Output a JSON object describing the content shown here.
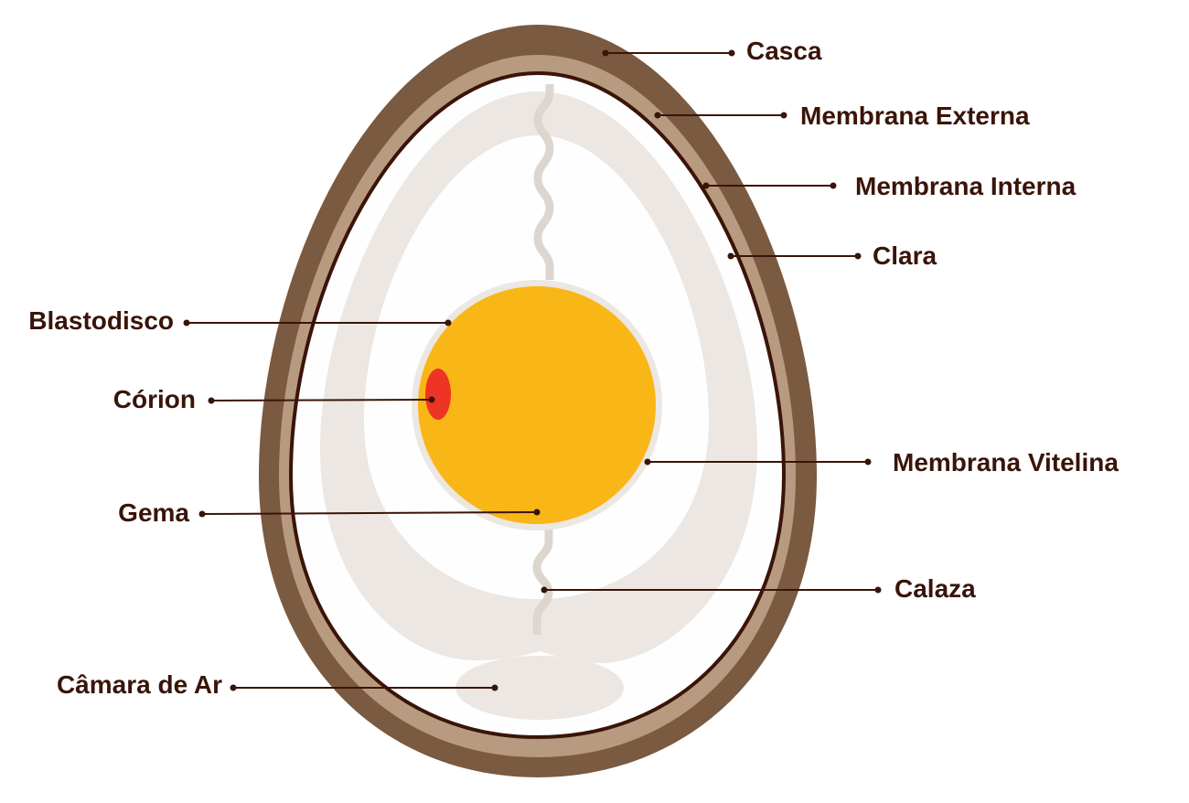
{
  "title": "Estrutura do ovo",
  "colors": {
    "shell": "#7a5a40",
    "outer_membrane": "#b89a80",
    "inner_membrane": "#3a1408",
    "albumen": "#ece7e2",
    "yolk": "#f9b617",
    "blastodisc": "#ee3424",
    "text": "#3a1408"
  },
  "labels": {
    "casca": "Casca",
    "membrana_externa": "Membrana Externa",
    "membrana_interna": "Membrana Interna",
    "clara": "Clara",
    "membrana_vitelina": "Membrana Vitelina",
    "calaza": "Calaza",
    "blastodisco": "Blastodisco",
    "corion": "Córion",
    "gema": "Gema",
    "camara_de_ar": "Câmara de Ar"
  }
}
